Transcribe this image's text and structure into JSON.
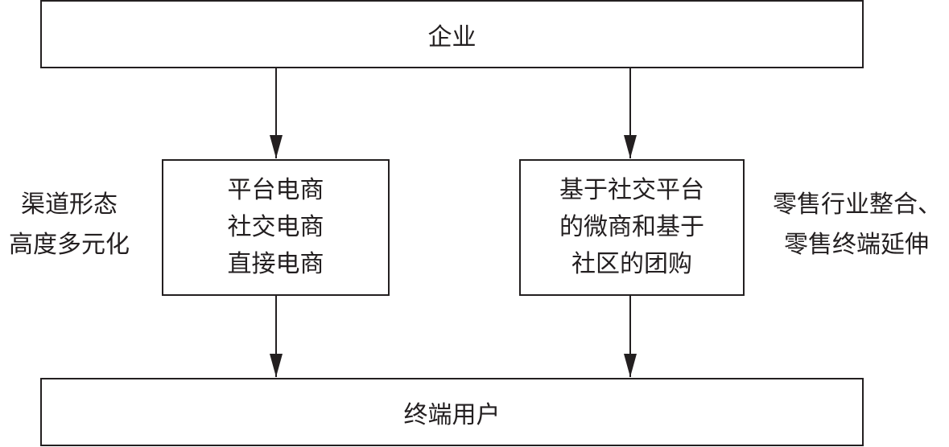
{
  "nodes": {
    "top": "企业",
    "left": [
      "平台电商",
      "社交电商",
      "直接电商"
    ],
    "right": [
      "基于社交平台",
      "的微商和基于",
      "社区的团购"
    ],
    "bottom": "终端用户"
  },
  "notes": {
    "left": [
      "渠道形态",
      "高度多元化"
    ],
    "right": [
      "零售行业整合、",
      "零售终端延伸"
    ]
  },
  "colors": {
    "stroke": "#231f20",
    "background": "#ffffff"
  }
}
